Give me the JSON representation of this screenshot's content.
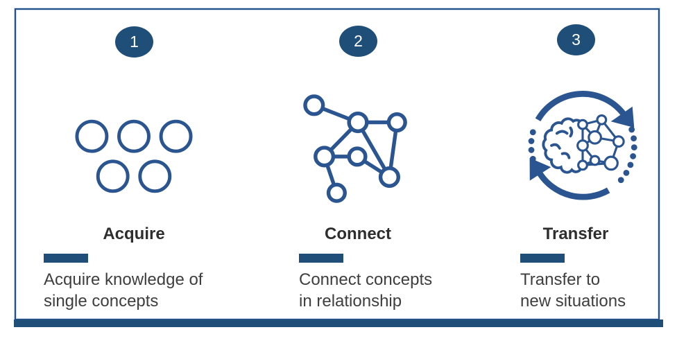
{
  "diagram_title": "",
  "steps": [
    {
      "number": "1",
      "title": "Acquire",
      "desc_line1": "Acquire knowledge of",
      "desc_line2": "single concepts",
      "icon": "circles-icon"
    },
    {
      "number": "2",
      "title": "Connect",
      "desc_line1": "Connect concepts",
      "desc_line2": "in relationship",
      "icon": "network-graph-icon"
    },
    {
      "number": "3",
      "title": "Transfer",
      "desc_line1": "Transfer to",
      "desc_line2": "new situations",
      "icon": "brain-cycle-icon"
    }
  ],
  "colors": {
    "navy": "#1F4E79",
    "icon_blue": "#2A5591",
    "border_blue": "#24508A",
    "title_text": "#2E2E2E",
    "body_text": "#3E3E3E",
    "background": "#FFFFFF"
  }
}
